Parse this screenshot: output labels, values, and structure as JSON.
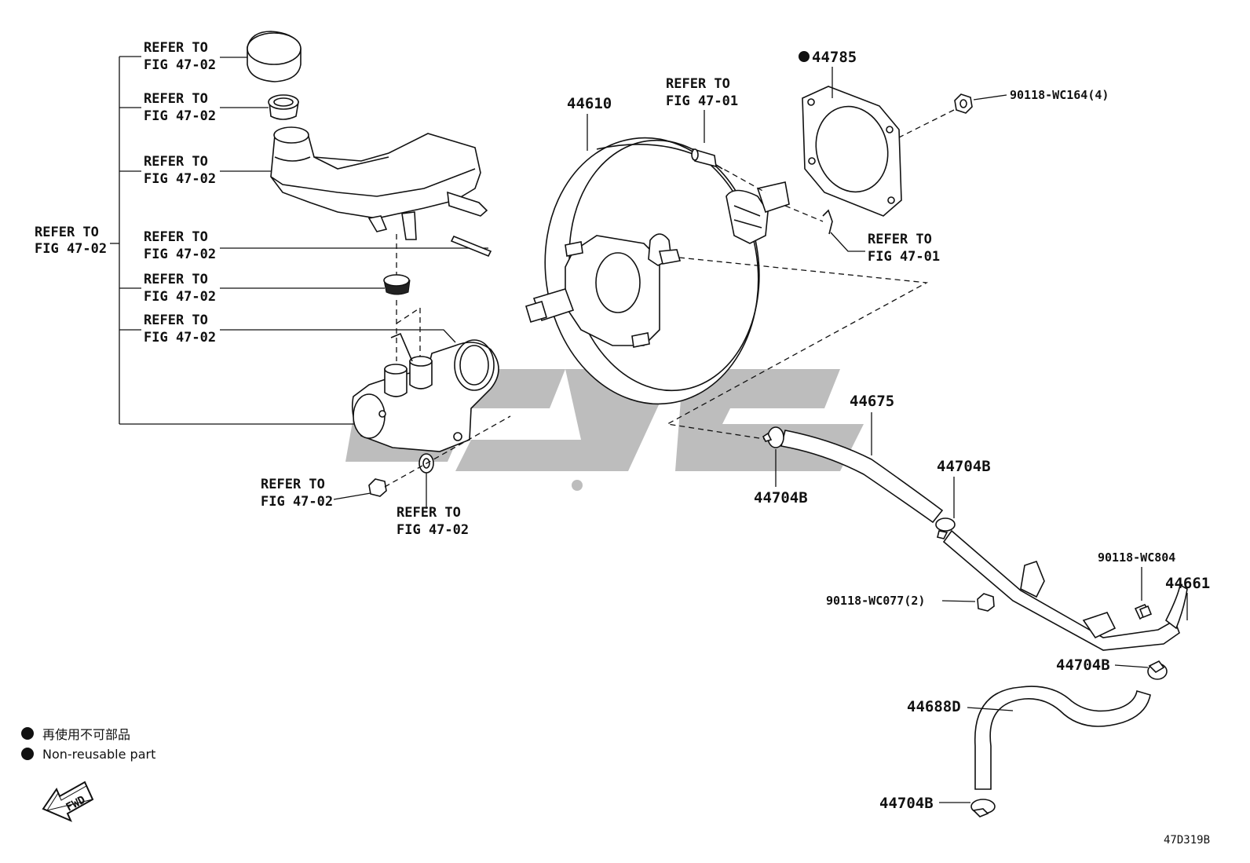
{
  "diagram": {
    "refer_master_cylinder_group": [
      "REFER TO",
      "FIG 47-02"
    ],
    "refer_reservoir_cap": [
      "REFER TO",
      "FIG 47-02"
    ],
    "refer_strainer": [
      "REFER TO",
      "FIG 47-02"
    ],
    "refer_reservoir": [
      "REFER TO",
      "FIG 47-02"
    ],
    "refer_pin": [
      "REFER TO",
      "FIG 47-02"
    ],
    "refer_grommet": [
      "REFER TO",
      "FIG 47-02"
    ],
    "refer_cylinder_seal": [
      "REFER TO",
      "FIG 47-02"
    ],
    "refer_nut": [
      "REFER TO",
      "FIG 47-02"
    ],
    "refer_gasket": [
      "REFER TO",
      "FIG 47-02"
    ],
    "refer_clevis_pin": [
      "REFER TO",
      "FIG 47-01"
    ],
    "refer_clip": [
      "REFER TO",
      "FIG 47-01"
    ],
    "part_booster": "44610",
    "part_booster_gasket": "44785",
    "part_booster_nut": "90118-WC164(4)",
    "part_vacuum_hose": "44675",
    "part_clamp_1": "44704B",
    "part_clamp_2": "44704B",
    "part_clamp_3": "44704B",
    "part_clamp_4": "44704B",
    "part_pipe_nut": "90118-WC077(2)",
    "part_pipe_bolt": "90118-WC804",
    "part_vacuum_pipe": "44661",
    "part_lower_hose": "44688D",
    "legend": {
      "line_jp": "再使用不可部品",
      "line_en": "Non-reusable part"
    },
    "fwd_label": "FWD",
    "diagram_code": "47D319B"
  },
  "colors": {
    "line": "#111111",
    "watermark": "#9a9a9a"
  }
}
